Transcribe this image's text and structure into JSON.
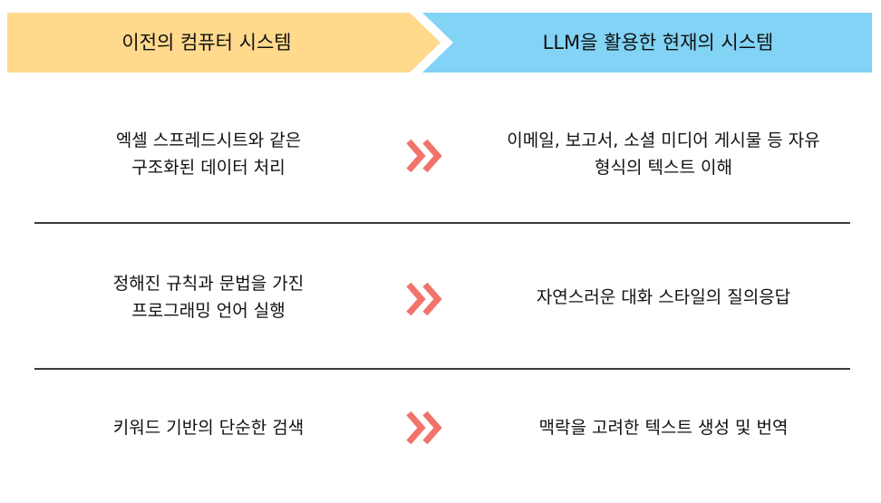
{
  "header": {
    "left_label": "이전의 컴퓨터 시스템",
    "right_label": "LLM을 활용한 현재의 시스템",
    "left_color": "#FFD98C",
    "right_color": "#82D3F5"
  },
  "arrow_color": "#F2736A",
  "rows": [
    {
      "left_lines": [
        "엑셀 스프레드시트와 같은",
        "구조화된 데이터 처리"
      ],
      "right_lines": [
        "이메일, 보고서, 소셜 미디어 게시물 등 자유",
        "형식의 텍스트 이해"
      ]
    },
    {
      "left_lines": [
        "정해진 규칙과 문법을 가진",
        "프로그래밍 언어 실행"
      ],
      "right_lines": [
        "자연스러운 대화 스타일의 질의응답"
      ]
    },
    {
      "left_lines": [
        "키워드 기반의 단순한 검색"
      ],
      "right_lines": [
        "맥락을 고려한 텍스트 생성 및 번역"
      ]
    }
  ]
}
